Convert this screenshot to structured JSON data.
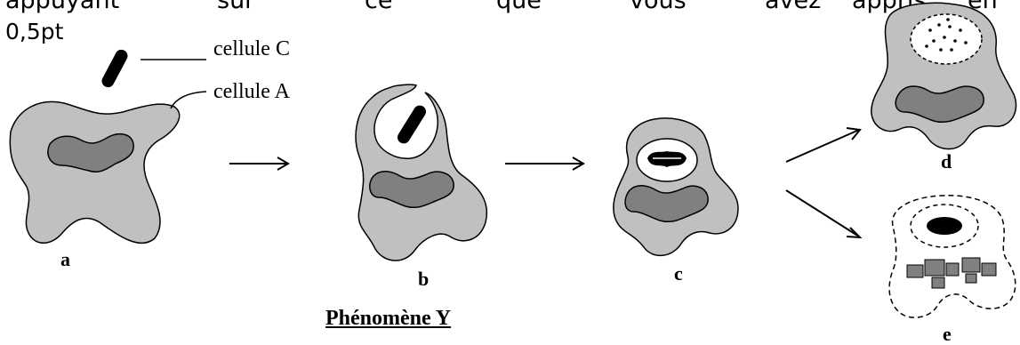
{
  "header": {
    "words": [
      "appuyant",
      "sur",
      "ce",
      "que",
      "vous",
      "avez",
      "appris",
      "en"
    ],
    "points": "0,5pt"
  },
  "labels": {
    "cell_c": "cellule C",
    "cell_a": "cellule A"
  },
  "stages": [
    "a",
    "b",
    "c",
    "d",
    "e"
  ],
  "title": "Phénomène Y",
  "colors": {
    "cell_fill": "#c0c0c0",
    "nucleus_fill": "#808080",
    "bacteria_fill": "#000000",
    "background": "#ffffff"
  }
}
